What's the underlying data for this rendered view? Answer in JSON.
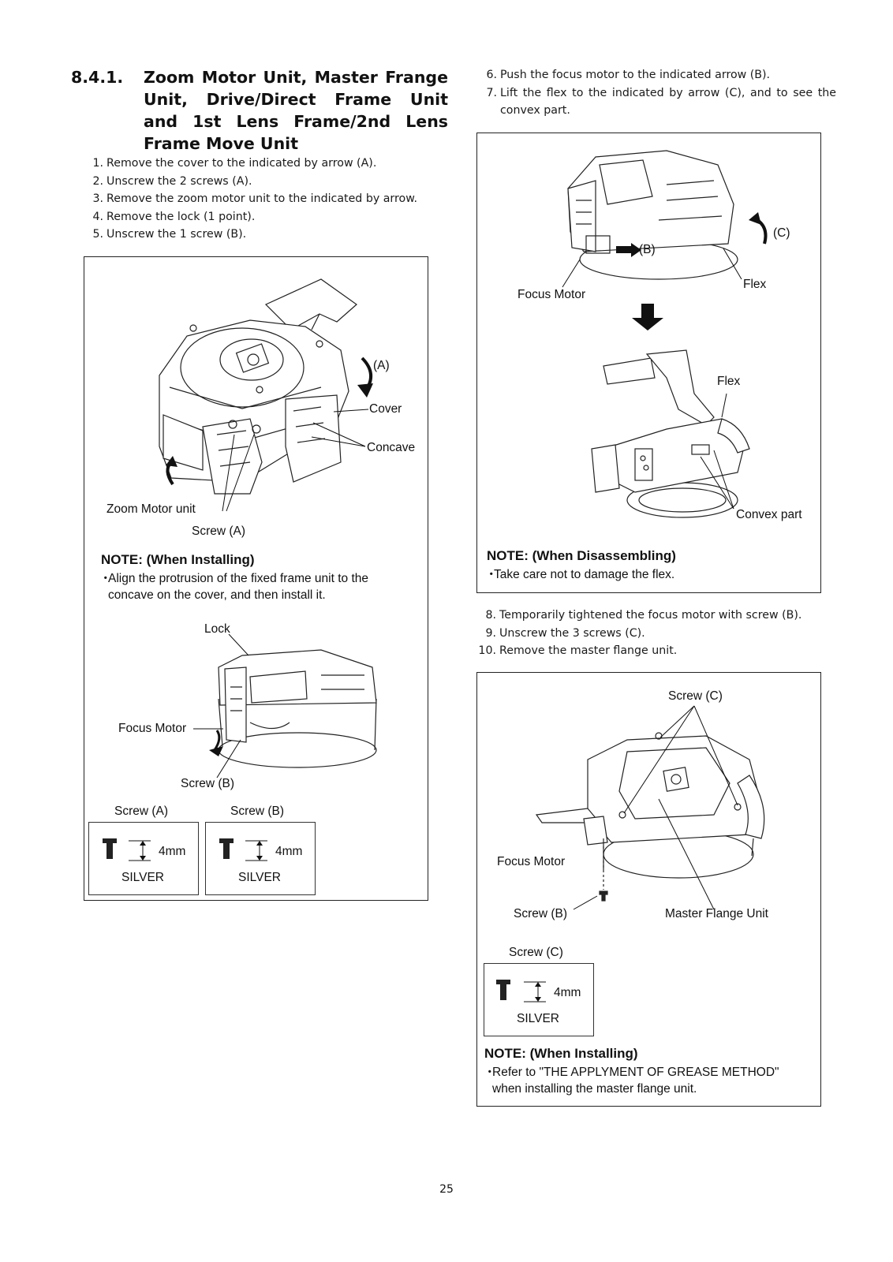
{
  "section": {
    "number": "8.4.1.",
    "title": "Zoom Motor Unit, Master Frange Unit, Drive/Direct Frame Unit and 1st Lens Frame/2nd Lens Frame Move Unit"
  },
  "steps_left": [
    {
      "n": "1.",
      "text": "Remove the cover to the indicated by arrow (A)."
    },
    {
      "n": "2.",
      "text": "Unscrew the 2 screws (A)."
    },
    {
      "n": "3.",
      "text": "Remove the zoom motor unit to the indicated by arrow."
    },
    {
      "n": "4.",
      "text": "Remove the lock (1 point)."
    },
    {
      "n": "5.",
      "text": "Unscrew the 1 screw (B)."
    }
  ],
  "steps_right_top": [
    {
      "n": "6.",
      "text": "Push the focus motor to the indicated arrow (B)."
    },
    {
      "n": "7.",
      "text": "Lift the flex to the indicated by arrow (C), and to see the convex part."
    }
  ],
  "steps_right_mid": [
    {
      "n": "8.",
      "text": "Temporarily tightened the focus motor with screw (B)."
    },
    {
      "n": "9.",
      "text": "Unscrew the 3 screws (C)."
    },
    {
      "n": "10.",
      "text": "Remove the master flange unit."
    }
  ],
  "figure1": {
    "labels": {
      "arrow_a": "(A)",
      "cover": "Cover",
      "concave": "Concave",
      "zoom_motor_unit": "Zoom Motor unit",
      "screw_a": "Screw (A)",
      "lock": "Lock",
      "focus_motor": "Focus Motor",
      "screw_b": "Screw (B)"
    },
    "note": {
      "title": "NOTE: (When Installing)",
      "bullet": "・",
      "text": "Align the protrusion of the fixed frame unit to the concave on the cover, and then install it."
    },
    "screws": [
      {
        "caption": "Screw (A)",
        "length": "4mm",
        "material": "SILVER"
      },
      {
        "caption": "Screw (B)",
        "length": "4mm",
        "material": "SILVER"
      }
    ]
  },
  "figure2": {
    "labels": {
      "arrow_b": "(B)",
      "arrow_c": "(C)",
      "focus_motor": "Focus Motor",
      "flex_top": "Flex",
      "flex_bottom": "Flex",
      "convex_part": "Convex part"
    },
    "note": {
      "title": "NOTE: (When Disassembling)",
      "bullet": "・",
      "text": "Take care not to damage the flex."
    }
  },
  "figure3": {
    "labels": {
      "screw_c": "Screw (C)",
      "focus_motor": "Focus Motor",
      "screw_b": "Screw (B)",
      "master_flange_unit": "Master Flange Unit"
    },
    "screw": {
      "caption": "Screw (C)",
      "length": "4mm",
      "material": "SILVER"
    },
    "note": {
      "title": "NOTE: (When Installing)",
      "bullet": "・",
      "text": "Refer to \"THE APPLYMENT OF GREASE METHOD\" when installing the master flange unit."
    }
  },
  "page_number": "25"
}
